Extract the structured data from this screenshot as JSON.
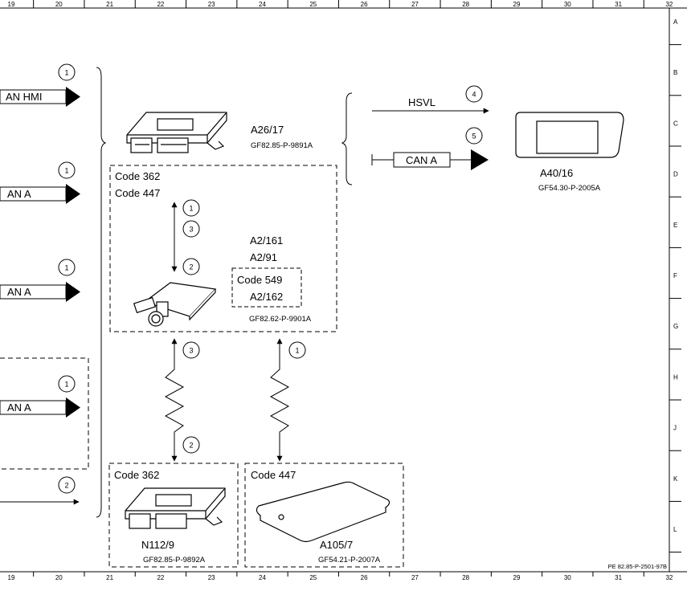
{
  "frame": {
    "columns": [
      "19",
      "20",
      "21",
      "22",
      "23",
      "24",
      "25",
      "26",
      "27",
      "28",
      "29",
      "30",
      "31",
      "32"
    ],
    "rows": [
      "A",
      "B",
      "C",
      "D",
      "E",
      "F",
      "G",
      "H",
      "J",
      "K",
      "L"
    ],
    "footer_ref": "PE 82.85-P-2501-97B"
  },
  "inputs": [
    {
      "label": "AN HMI",
      "num": "1"
    },
    {
      "label": "AN A",
      "num": "1"
    },
    {
      "label": "AN A",
      "num": "1"
    },
    {
      "label": "AN A",
      "num": "1"
    },
    {
      "num": "2"
    }
  ],
  "comp_a26": {
    "name": "A26/17",
    "ref": "GF82.85-P-9891A"
  },
  "hsvl": {
    "label": "HSVL",
    "num": "4"
  },
  "cana_out": {
    "label": "CAN A",
    "num": "5"
  },
  "comp_a40": {
    "name": "A40/16",
    "ref": "GF54.30-P-2005A"
  },
  "box_main": {
    "code1": "Code 362",
    "code2": "Code 447",
    "n_up1": "1",
    "n_up3": "3",
    "n_down2": "2",
    "name1": "A2/161",
    "name2": "A2/91",
    "inner_code": "Code 549",
    "inner_name": "A2/162",
    "ref": "GF82.62-P-9901A"
  },
  "wave_left": {
    "n_top": "3",
    "n_bot": "2"
  },
  "wave_right": {
    "n_top": "1"
  },
  "box_n112": {
    "code": "Code 362",
    "name": "N112/9",
    "ref": "GF82.85-P-9892A"
  },
  "box_a105": {
    "code": "Code 447",
    "name": "A105/7",
    "ref": "GF54.21-P-2007A"
  }
}
